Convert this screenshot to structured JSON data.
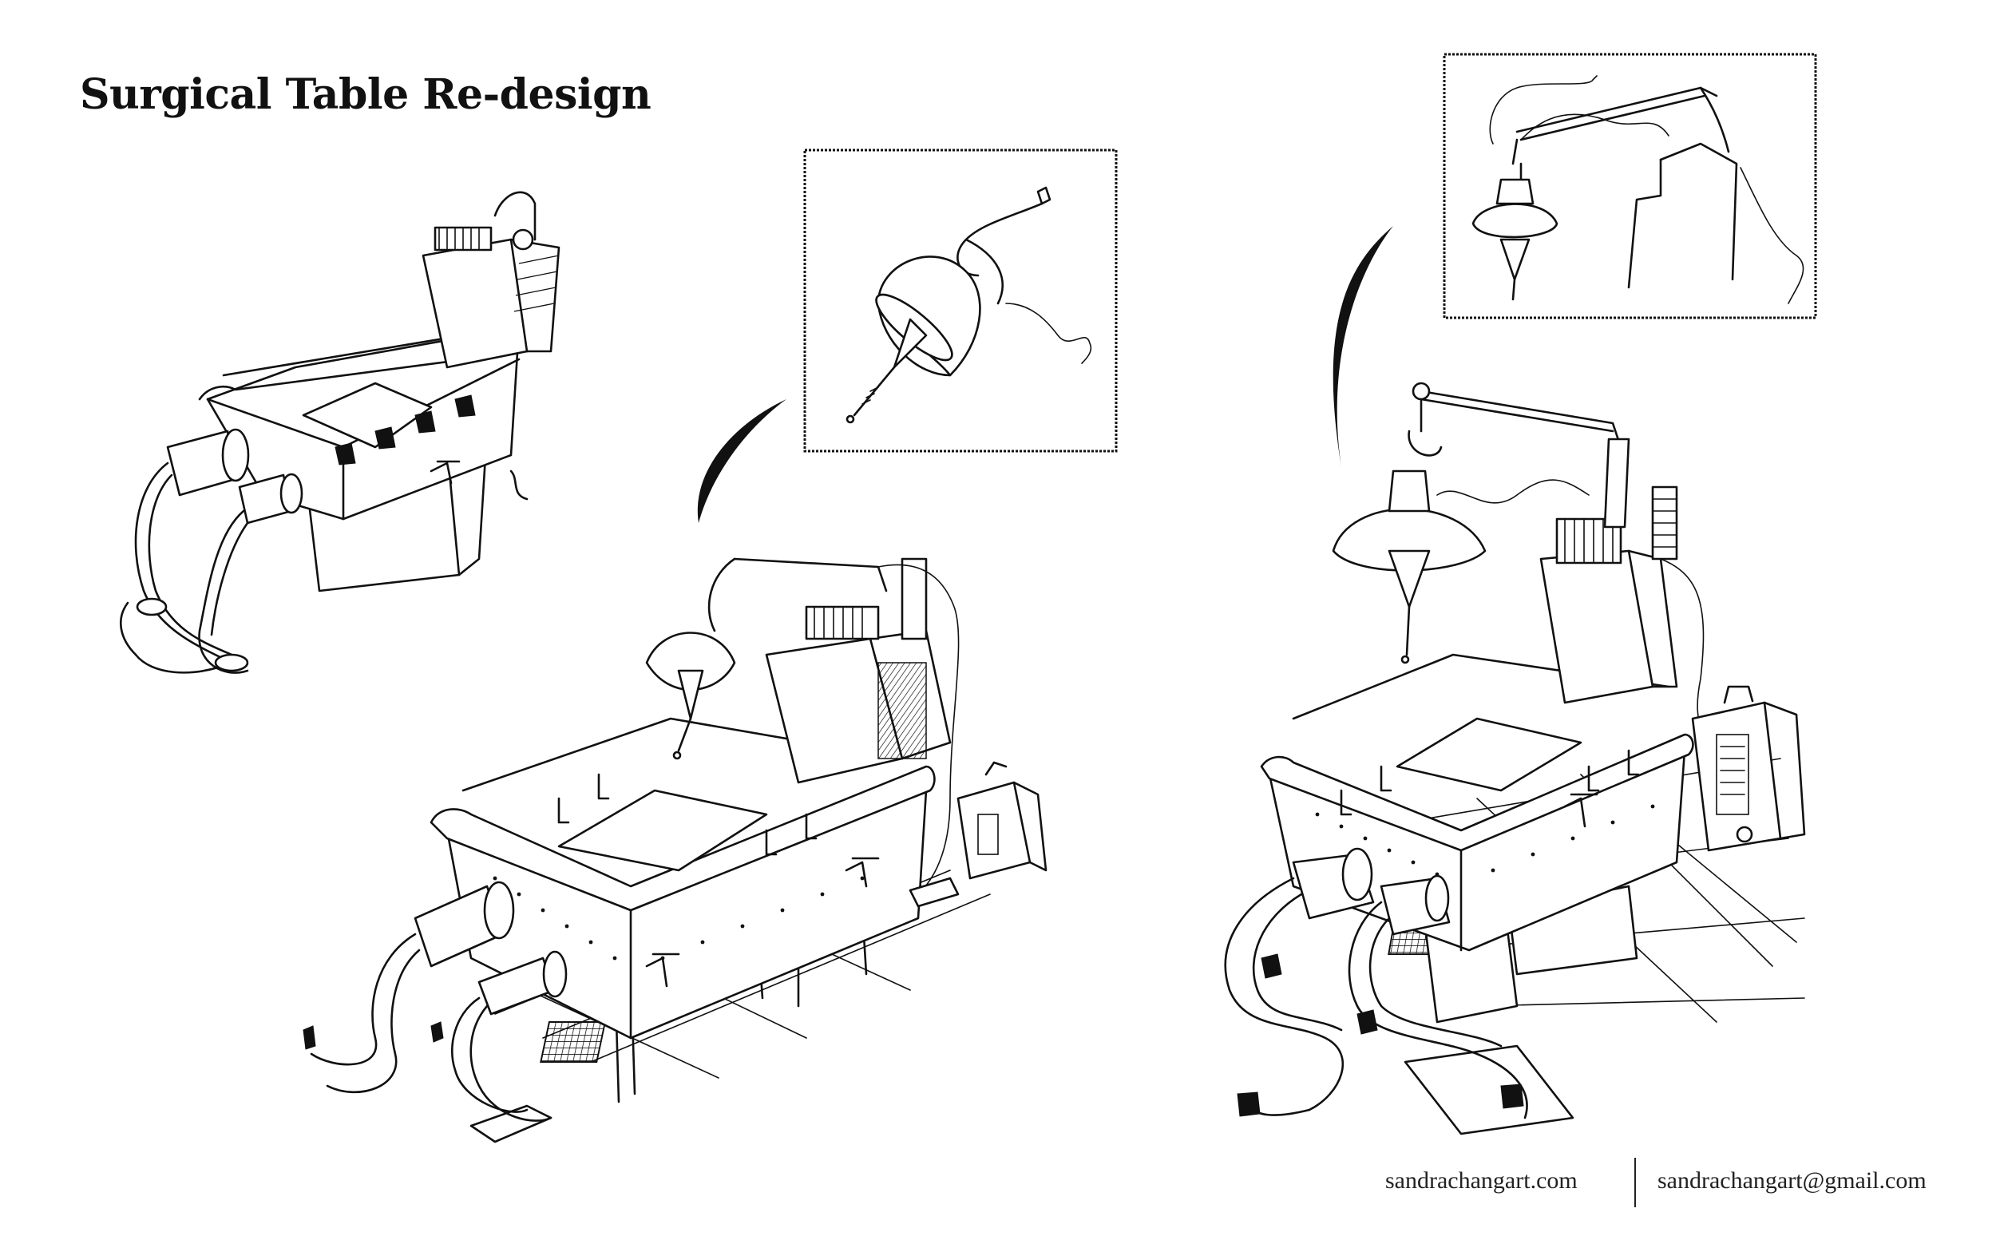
{
  "page": {
    "title": "Surgical Table Re-design"
  },
  "footer": {
    "website": "sandrachangart.com",
    "email": "sandrachangart@gmail.com"
  },
  "illustrations": [
    {
      "name": "table-sketch-1"
    },
    {
      "name": "table-sketch-2"
    },
    {
      "name": "table-sketch-3"
    }
  ]
}
